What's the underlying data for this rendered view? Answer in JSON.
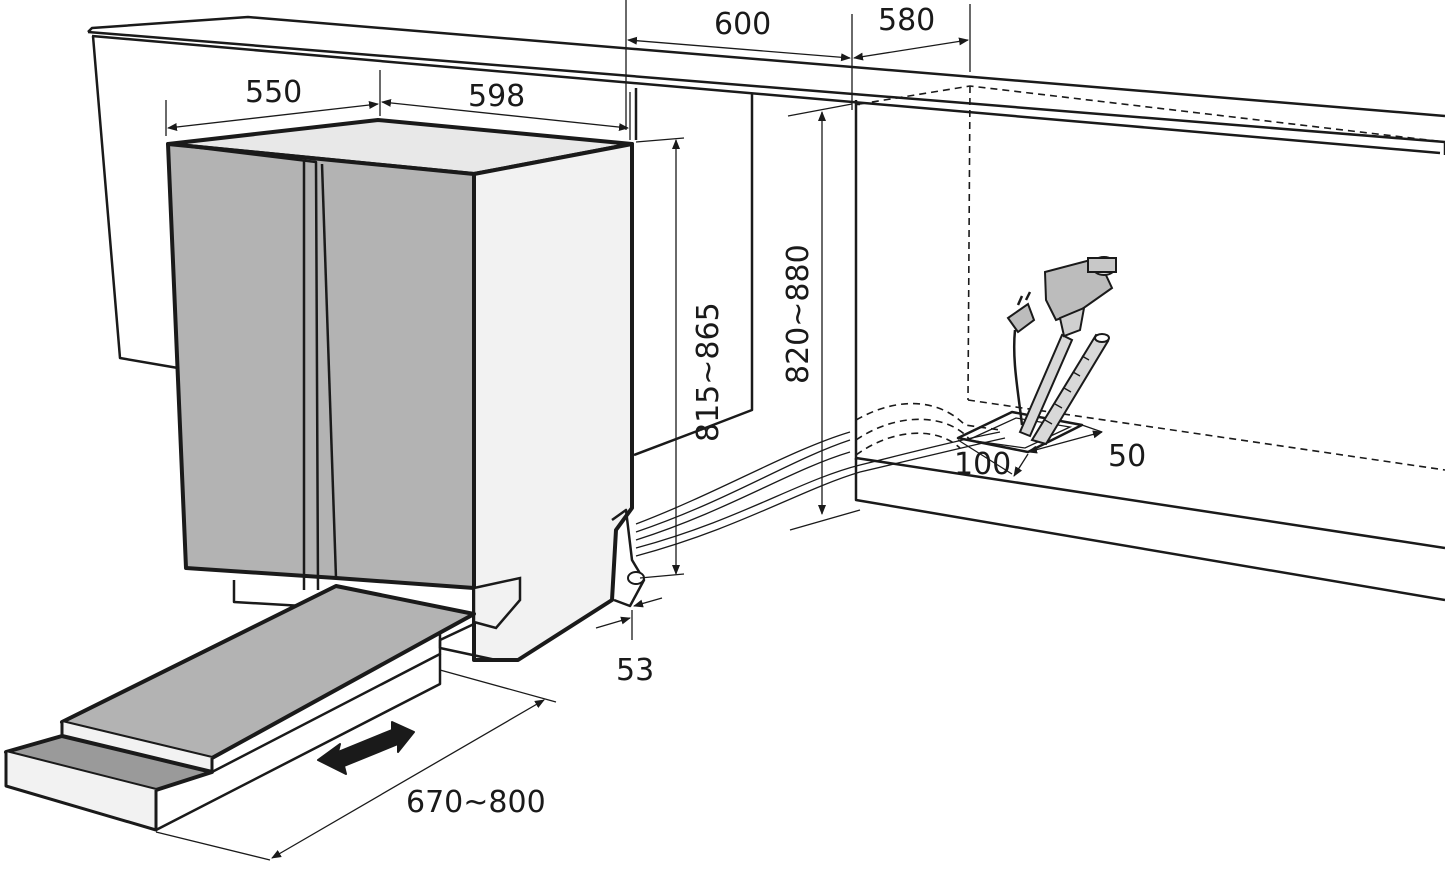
{
  "dimensions": {
    "cabinet_depth": "550",
    "appliance_width": "598",
    "niche_width": "600",
    "worktop_depth": "580",
    "appliance_height": "815~865",
    "niche_height": "820~880",
    "connection_hole_width": "100",
    "connection_hole_depth": "50",
    "plinth_clearance": "53",
    "door_panel_travel": "670~800"
  },
  "icons": [
    "double-arrow-icon",
    "water-tap-icon",
    "power-plug-icon",
    "drain-hose-icon"
  ],
  "colors": {
    "appliance_fill": "#b3b3b3",
    "appliance_side": "#f2f2f2",
    "line": "#1a1a1a"
  }
}
